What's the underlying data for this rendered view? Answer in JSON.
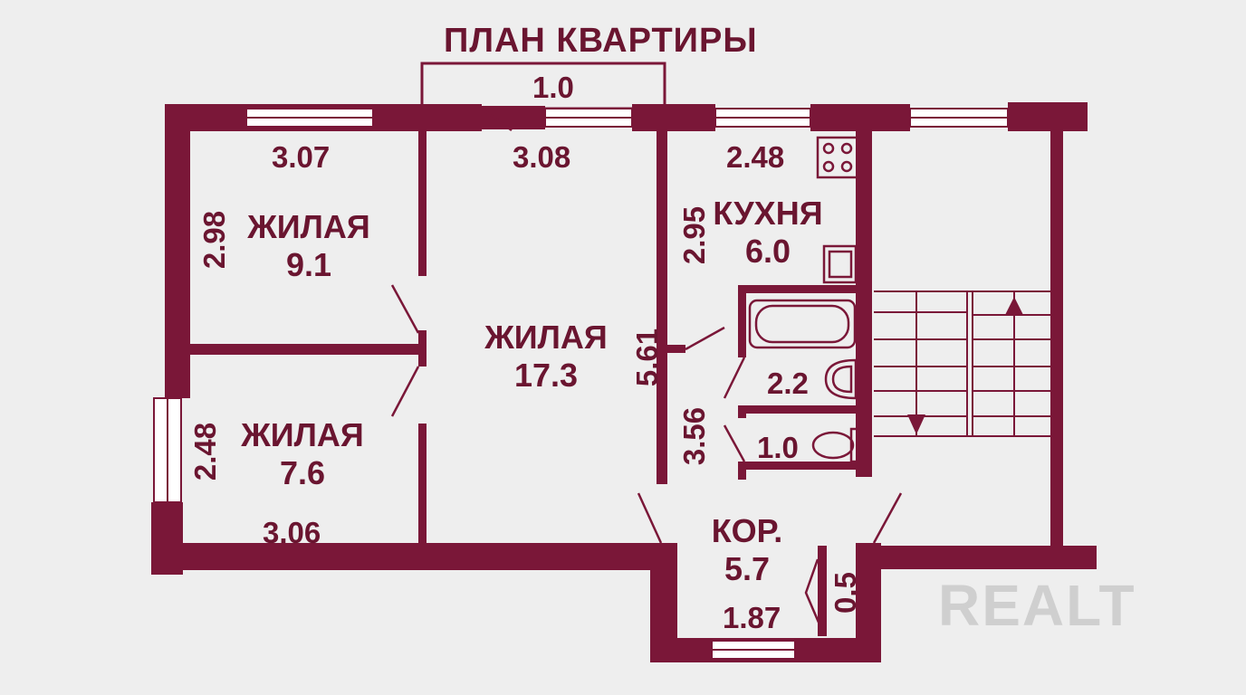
{
  "title": "ПЛАН КВАРТИРЫ",
  "rooms": {
    "living1": {
      "name": "ЖИЛАЯ",
      "area": "9.1"
    },
    "living2": {
      "name": "ЖИЛАЯ",
      "area": "17.3"
    },
    "living3": {
      "name": "ЖИЛАЯ",
      "area": "7.6"
    },
    "kitchen": {
      "name": "КУХНЯ",
      "area": "6.0"
    },
    "bath": {
      "area": "2.2"
    },
    "wc": {
      "area": "1.0"
    },
    "corridor": {
      "name": "КОР.",
      "area": "5.7"
    }
  },
  "dimensions": {
    "balcony": "1.0",
    "living1_width": "3.07",
    "living1_height": "2.98",
    "living2_width": "3.08",
    "living2_height": "5.61",
    "living3_width": "3.06",
    "living3_height": "2.48",
    "kitchen_width": "2.48",
    "kitchen_height": "2.95",
    "bath_corridor_height": "3.56",
    "corridor_width": "1.87",
    "closet": "0.5"
  },
  "colors": {
    "wall": "#7a1738",
    "text": "#6a1530",
    "background": "#eeeeee",
    "watermark": "#cfcfcf"
  },
  "watermark": "REALT"
}
